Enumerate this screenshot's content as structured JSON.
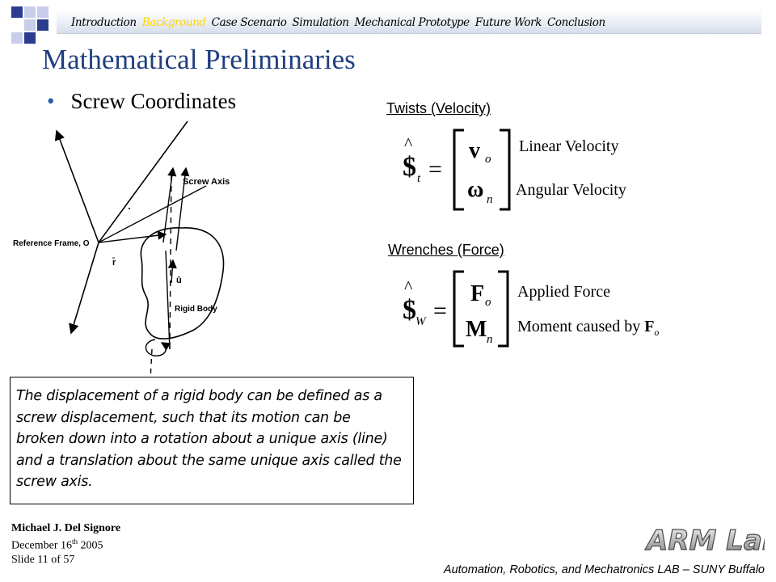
{
  "nav": {
    "items": [
      "Introduction",
      "Background",
      "Case Scenario",
      "Simulation",
      "Mechanical Prototype",
      "Future Work",
      "Conclusion"
    ],
    "active_index": 1,
    "active_color": "#ffd400"
  },
  "title": "Mathematical Preliminaries",
  "bullet": "Screw Coordinates",
  "diagram": {
    "labels": {
      "screw_axis": "Screw Axis",
      "reference_frame": "Reference Frame, O",
      "r_vector": "r̄",
      "u_vector": "û",
      "rigid_body": "Rigid Body"
    }
  },
  "twists": {
    "heading": "Twists (Velocity)",
    "lhs_subscript": "t",
    "top_entry": "v",
    "top_sub": "o",
    "bottom_entry": "ω",
    "bottom_sub": "n",
    "linear_label": "Linear Velocity",
    "angular_label": "Angular Velocity"
  },
  "wrenches": {
    "heading": "Wrenches (Force)",
    "lhs_subscript": "W",
    "top_entry": "F",
    "top_sub": "o",
    "bottom_entry": "M",
    "bottom_sub": "n",
    "force_label": "Applied Force",
    "moment_label": "Moment caused by ",
    "moment_bold": "F",
    "moment_sub": "o"
  },
  "callout_text": "The displacement of a rigid body can be defined as a screw displacement, such that its motion can be broken down into a rotation about a unique axis  (line) and a translation about the same unique axis called the screw axis.",
  "footer": {
    "author": "Michael J. Del Signore",
    "date_prefix": "December 16",
    "date_sup": "th",
    "date_suffix": " 2005",
    "slide": "Slide 11 of 57",
    "lab": "Automation, Robotics, and Mechatronics LAB – SUNY Buffalo",
    "logo_text": "ARM Lab"
  },
  "colors": {
    "title": "#1f3f7f",
    "accent_squares": [
      "#2b3d8f",
      "#c8cdea"
    ]
  }
}
